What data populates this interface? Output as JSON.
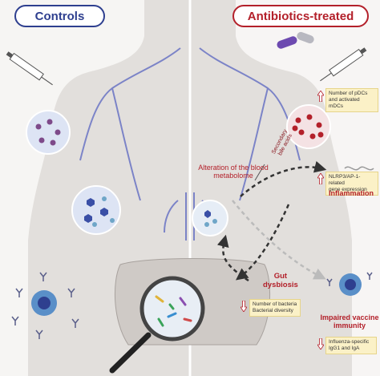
{
  "panels": {
    "left_title": "Controls",
    "right_title": "Antibiotics-treated"
  },
  "labels": {
    "blood_metabolome": [
      "Alteration of the blood",
      "metabolome"
    ],
    "secondary_bile_acids": [
      "Secondary",
      "bile acids"
    ],
    "inflammation": "Inflammation",
    "gut_dysbiosis": [
      "Gut",
      "dysbiosis"
    ],
    "impaired_vaccine": [
      "Impaired vaccine",
      "immunity"
    ]
  },
  "notes": {
    "pdcs": [
      "Number of pDCs",
      "and activated mDCs"
    ],
    "nlrp3": [
      "NLRP3/AP-1-related",
      "gene expression"
    ],
    "bacteria": [
      "Number of bacteria",
      "Bacterial diversity"
    ],
    "influenza": [
      "Influenza-specific",
      "IgG1 and IgA"
    ]
  },
  "colors": {
    "controls_accent": "#2e3f8f",
    "treated_accent": "#b3202a",
    "note_fill": "#fbf1c7",
    "body_skin": "#e4e1de",
    "vein": "#6a74c4"
  },
  "icons": [
    "syringe-icon",
    "pill-capsule-icon",
    "magnifier-icon",
    "antibody-icon",
    "immune-cell-icon",
    "bacteria-icon"
  ]
}
